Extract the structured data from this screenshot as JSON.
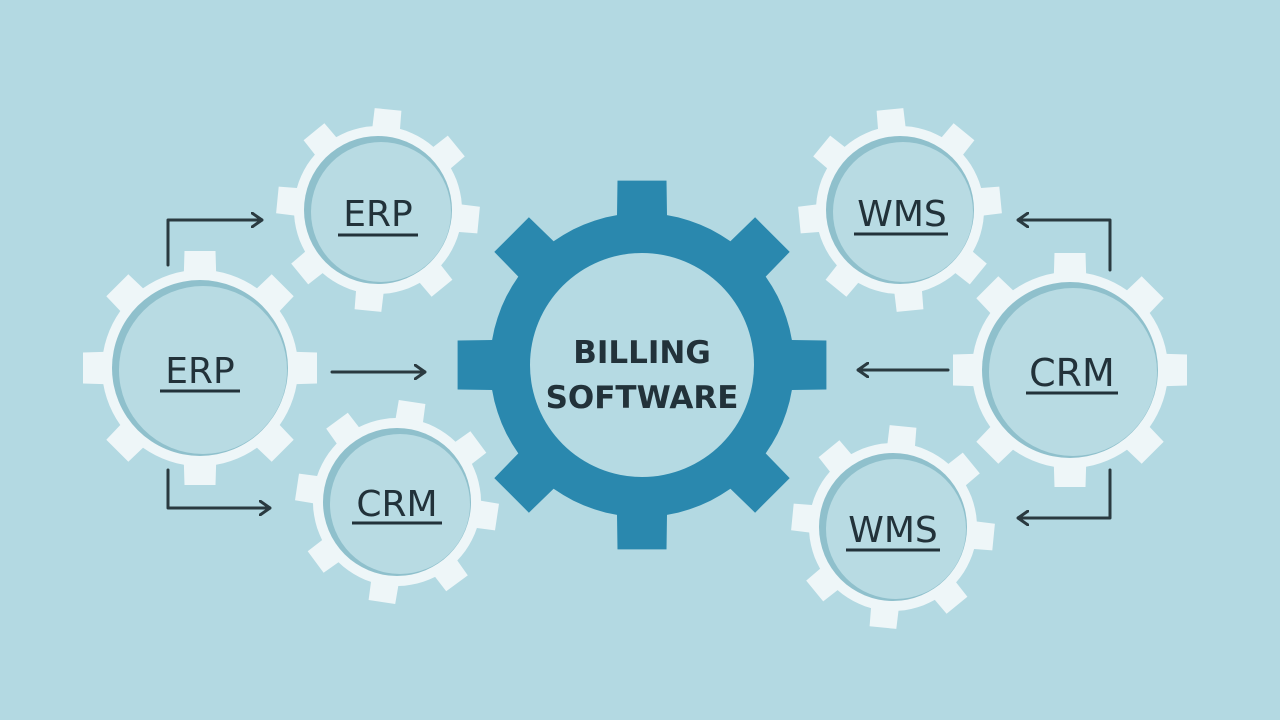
{
  "center": {
    "line1": "BILLING",
    "line2": "SOFTWARE",
    "color": "#2a88ae"
  },
  "gears": {
    "erp_top": "ERP",
    "erp_left": "ERP",
    "crm_bottom_left": "CRM",
    "wms_top": "WMS",
    "crm_right": "CRM",
    "wms_bottom": "WMS"
  },
  "colors": {
    "background": "#b3d9e2",
    "satellite_gear": "#eef6f8",
    "text": "#22323a"
  }
}
